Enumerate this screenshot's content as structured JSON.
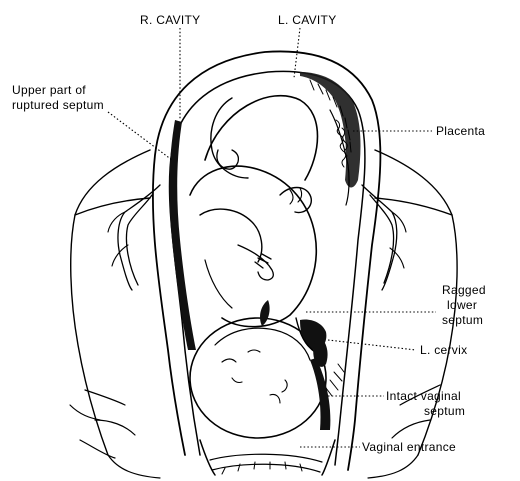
{
  "labels": {
    "r_cavity": "R. CAVITY",
    "l_cavity": "L. CAVITY",
    "upper_septum_line1": "Upper part of",
    "upper_septum_line2": "ruptured septum",
    "placenta": "Placenta",
    "ragged_line1": "Ragged",
    "ragged_line2": "lower",
    "ragged_line3": "septum",
    "l_cervix": "L. cervix",
    "intact_line1": "Intact vaginal",
    "intact_line2": "septum",
    "vaginal_entrance": "Vaginal entrance"
  },
  "colors": {
    "ink": "#000000",
    "paper": "#ffffff",
    "shade": "#1a1a1a"
  }
}
